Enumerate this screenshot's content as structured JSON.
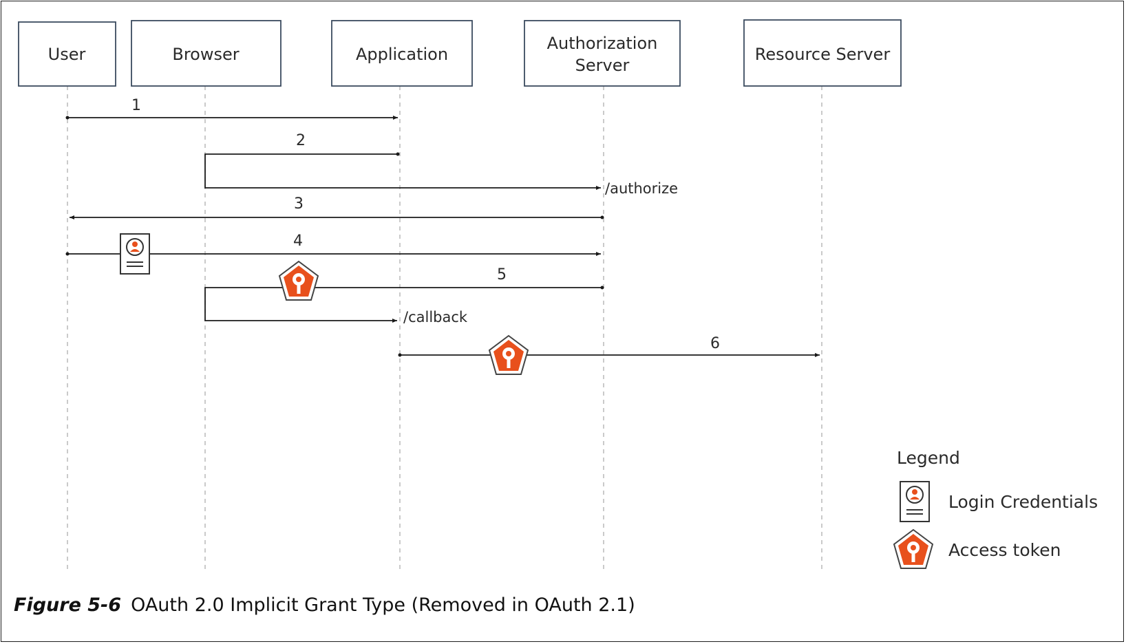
{
  "actors": [
    {
      "id": "user",
      "label": [
        "User"
      ]
    },
    {
      "id": "browser",
      "label": [
        "Browser"
      ]
    },
    {
      "id": "application",
      "label": [
        "Application"
      ]
    },
    {
      "id": "authorization_server",
      "label": [
        "Authorization",
        "Server"
      ]
    },
    {
      "id": "resource_server",
      "label": [
        "Resource Server"
      ]
    }
  ],
  "steps": [
    {
      "label": "1",
      "from": "user",
      "to": "application",
      "endpoint": "",
      "icon": ""
    },
    {
      "label": "2",
      "from": "application",
      "via": "browser",
      "to": "authorization_server",
      "endpoint": "/authorize",
      "icon": ""
    },
    {
      "label": "3",
      "from": "authorization_server",
      "to": "user",
      "endpoint": "",
      "icon": ""
    },
    {
      "label": "4",
      "from": "user",
      "to": "authorization_server",
      "endpoint": "",
      "icon": "login-credentials-icon"
    },
    {
      "label": "5",
      "from": "authorization_server",
      "via": "browser",
      "to": "application",
      "endpoint": "/callback",
      "icon": "access-token-icon"
    },
    {
      "label": "6",
      "from": "application",
      "to": "resource_server",
      "endpoint": "",
      "icon": "access-token-icon"
    }
  ],
  "legend": {
    "title": "Legend",
    "items": [
      {
        "icon": "login-credentials-icon",
        "label": "Login Credentials"
      },
      {
        "icon": "access-token-icon",
        "label": "Access token"
      }
    ]
  },
  "caption": {
    "figure_number": "Figure 5-6",
    "text": "OAuth 2.0 Implicit Grant Type (Removed in OAuth 2.1)"
  },
  "colors": {
    "token_fill": "#e8501c",
    "box_border": "#3a4a5e",
    "line": "#1a1a1a",
    "lifeline": "#b8b8b8"
  }
}
